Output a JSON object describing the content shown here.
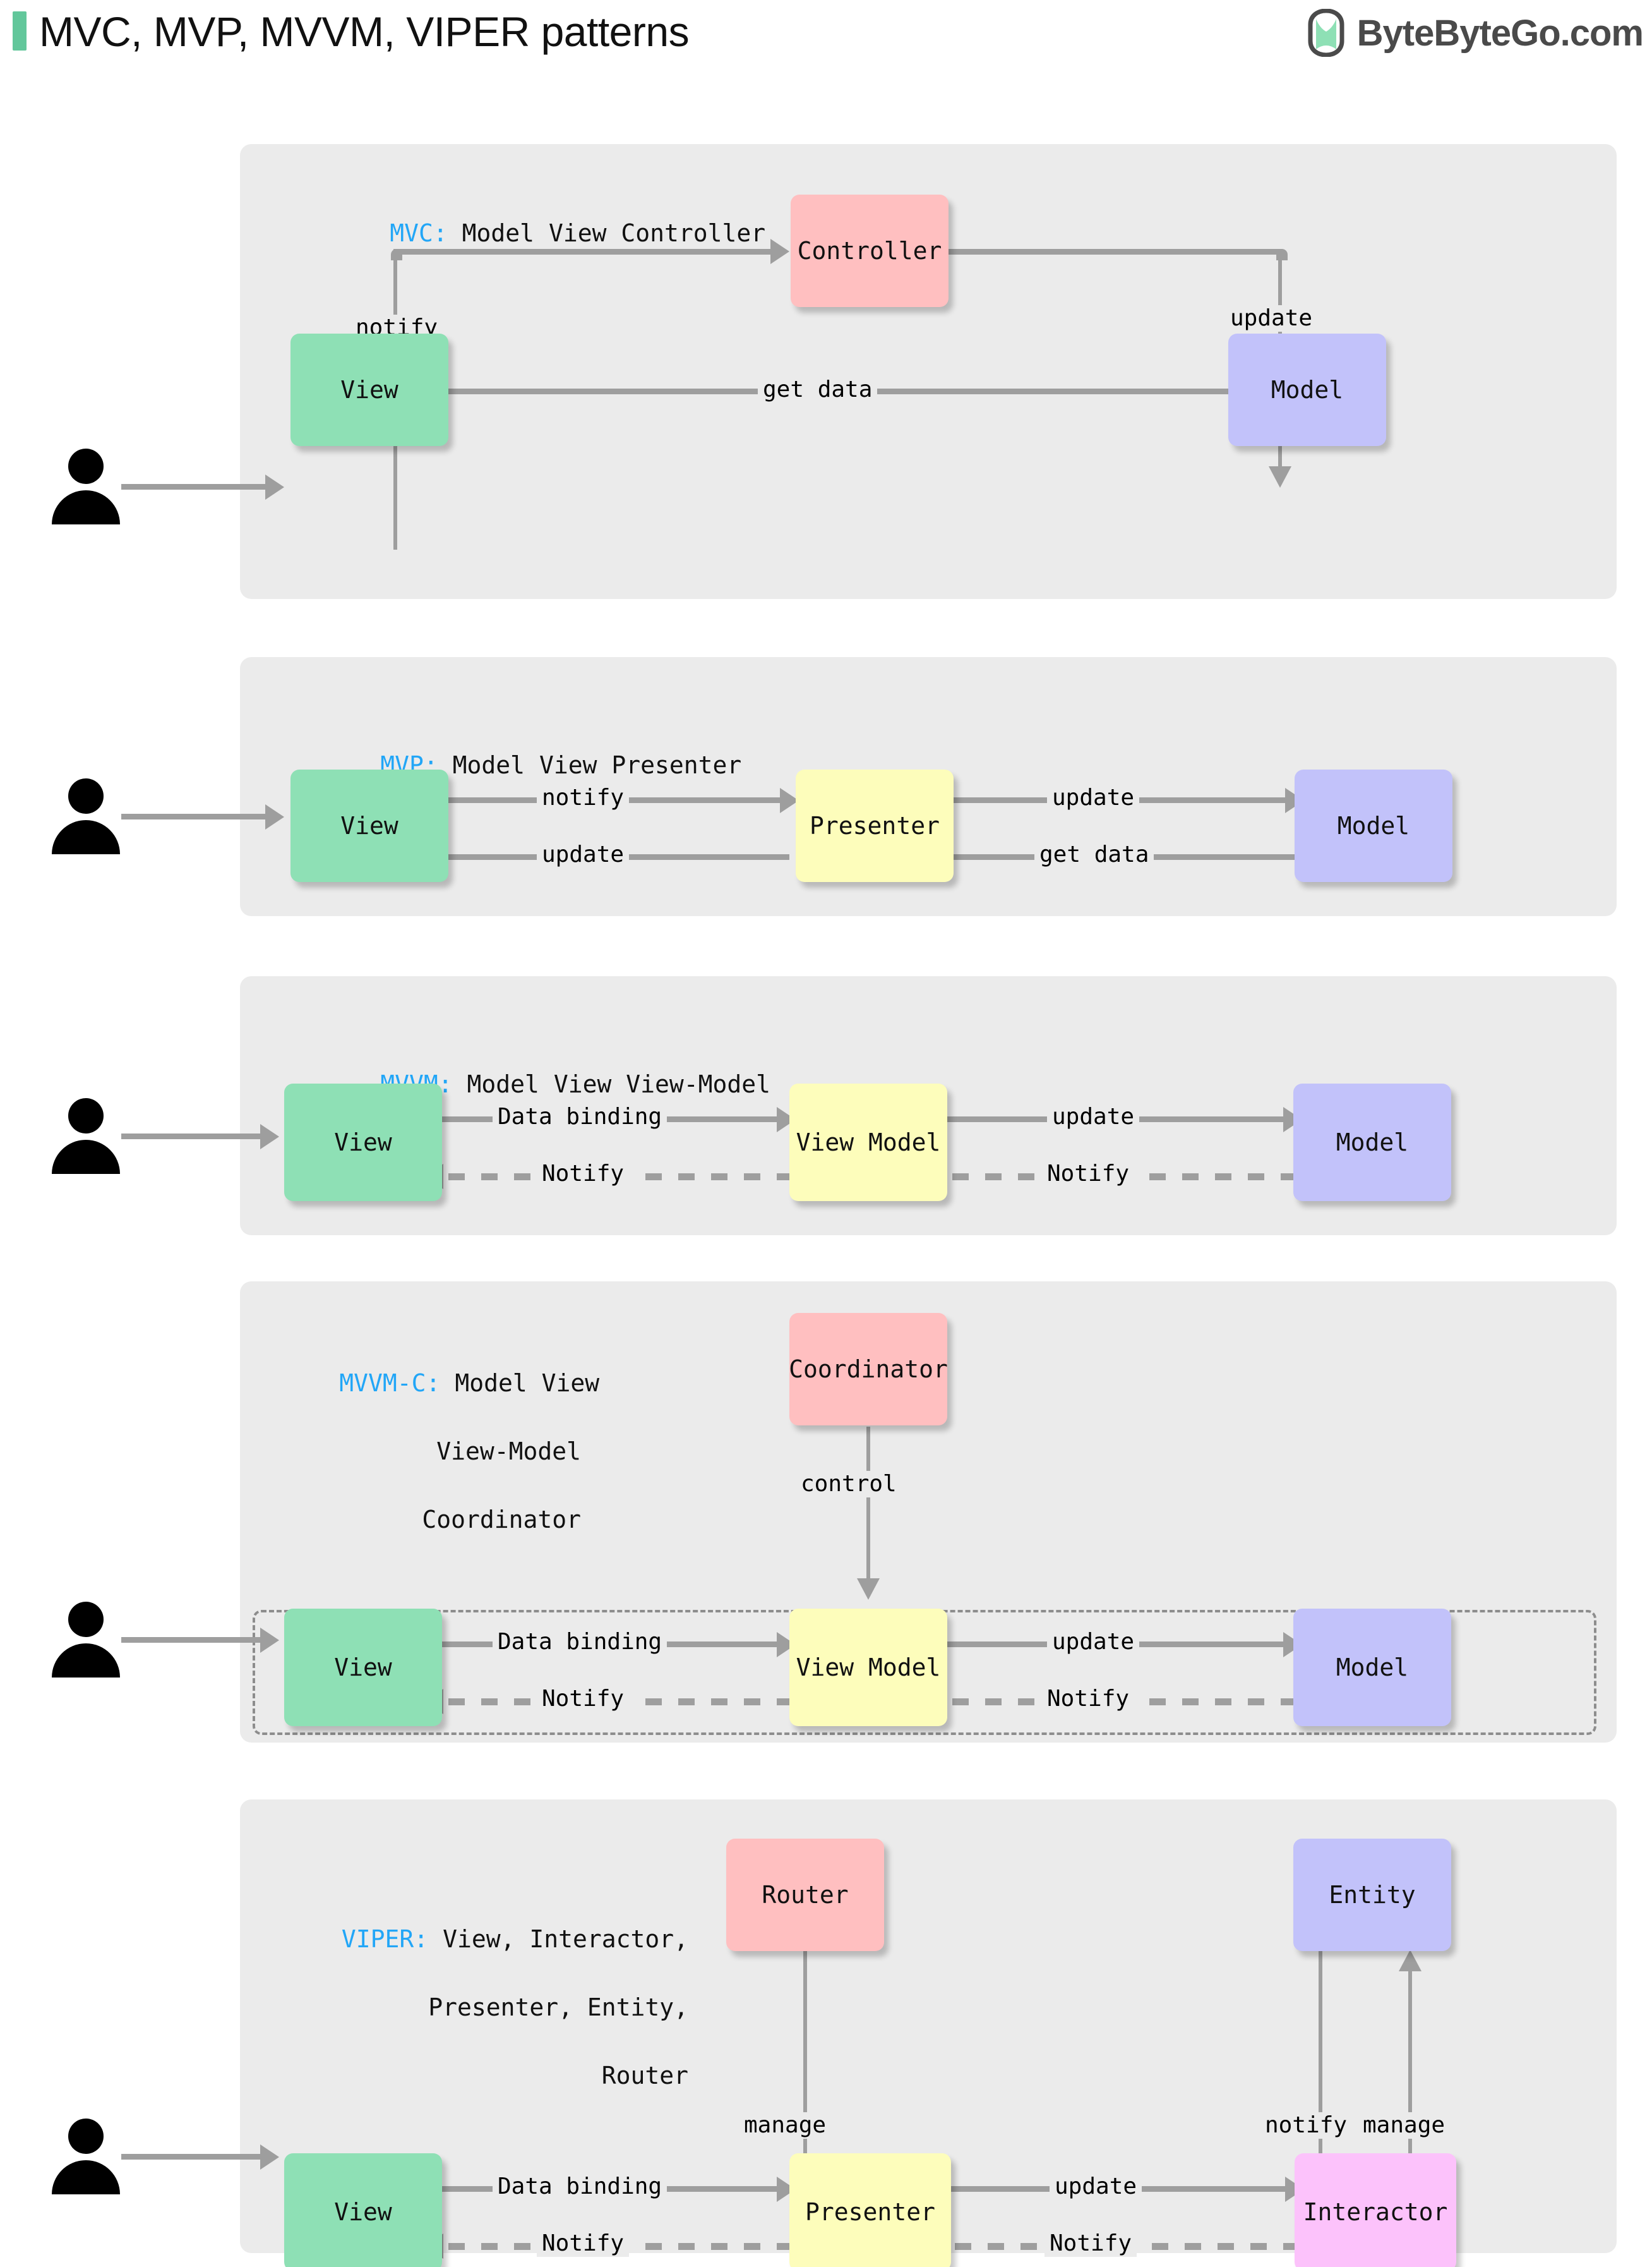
{
  "header": {
    "title": "MVC, MVP, MVVM, VIPER patterns",
    "brand": "ByteByteGo.com",
    "accent_color": "#62c79b",
    "logo_icon": "bytebytego-leaf-logo"
  },
  "colors": {
    "panel_bg": "#ebebeb",
    "view": "#8ee0b5",
    "model": "#c2c2fa",
    "controller": "#ffbfc0",
    "presenter": "#fdfdbb",
    "interactor": "#fcc2fb",
    "connector": "#9e9e9e",
    "key_label": "#22a6f7"
  },
  "sections": [
    {
      "id": "mvc",
      "key": "MVC:",
      "title": " Model View Controller",
      "nodes": {
        "view": "View",
        "controller": "Controller",
        "model": "Model"
      },
      "edges": {
        "notify": "notify",
        "update": "update",
        "get_data": "get data"
      }
    },
    {
      "id": "mvp",
      "key": "MVP:",
      "title": " Model View Presenter",
      "nodes": {
        "view": "View",
        "presenter": "Presenter",
        "model": "Model"
      },
      "edges": {
        "notify": "notify",
        "update_back": "update",
        "update": "update",
        "get_data": "get data"
      }
    },
    {
      "id": "mvvm",
      "key": "MVVM:",
      "title": " Model View View-Model",
      "nodes": {
        "view": "View",
        "view_model": "View Model",
        "model": "Model"
      },
      "edges": {
        "data_binding": "Data binding",
        "notify_left": "Notify",
        "update": "update",
        "notify_right": "Notify"
      }
    },
    {
      "id": "mvvmc",
      "key": "MVVM-C:",
      "title_lines": [
        " Model View",
        "View-Model",
        "Coordinator"
      ],
      "nodes": {
        "coordinator": "Coordinator",
        "view": "View",
        "view_model": "View Model",
        "model": "Model"
      },
      "edges": {
        "control": "control",
        "data_binding": "Data binding",
        "notify_left": "Notify",
        "update": "update",
        "notify_right": "Notify"
      }
    },
    {
      "id": "viper",
      "key": "VIPER:",
      "title_lines": [
        " View, Interactor,",
        "Presenter, Entity,",
        "Router"
      ],
      "nodes": {
        "router": "Router",
        "entity": "Entity",
        "view": "View",
        "presenter": "Presenter",
        "interactor": "Interactor"
      },
      "edges": {
        "manage_router": "manage",
        "notify_entity": "notify",
        "manage_entity": "manage",
        "data_binding": "Data binding",
        "notify_left": "Notify",
        "update": "update",
        "notify_right": "Notify"
      }
    }
  ]
}
